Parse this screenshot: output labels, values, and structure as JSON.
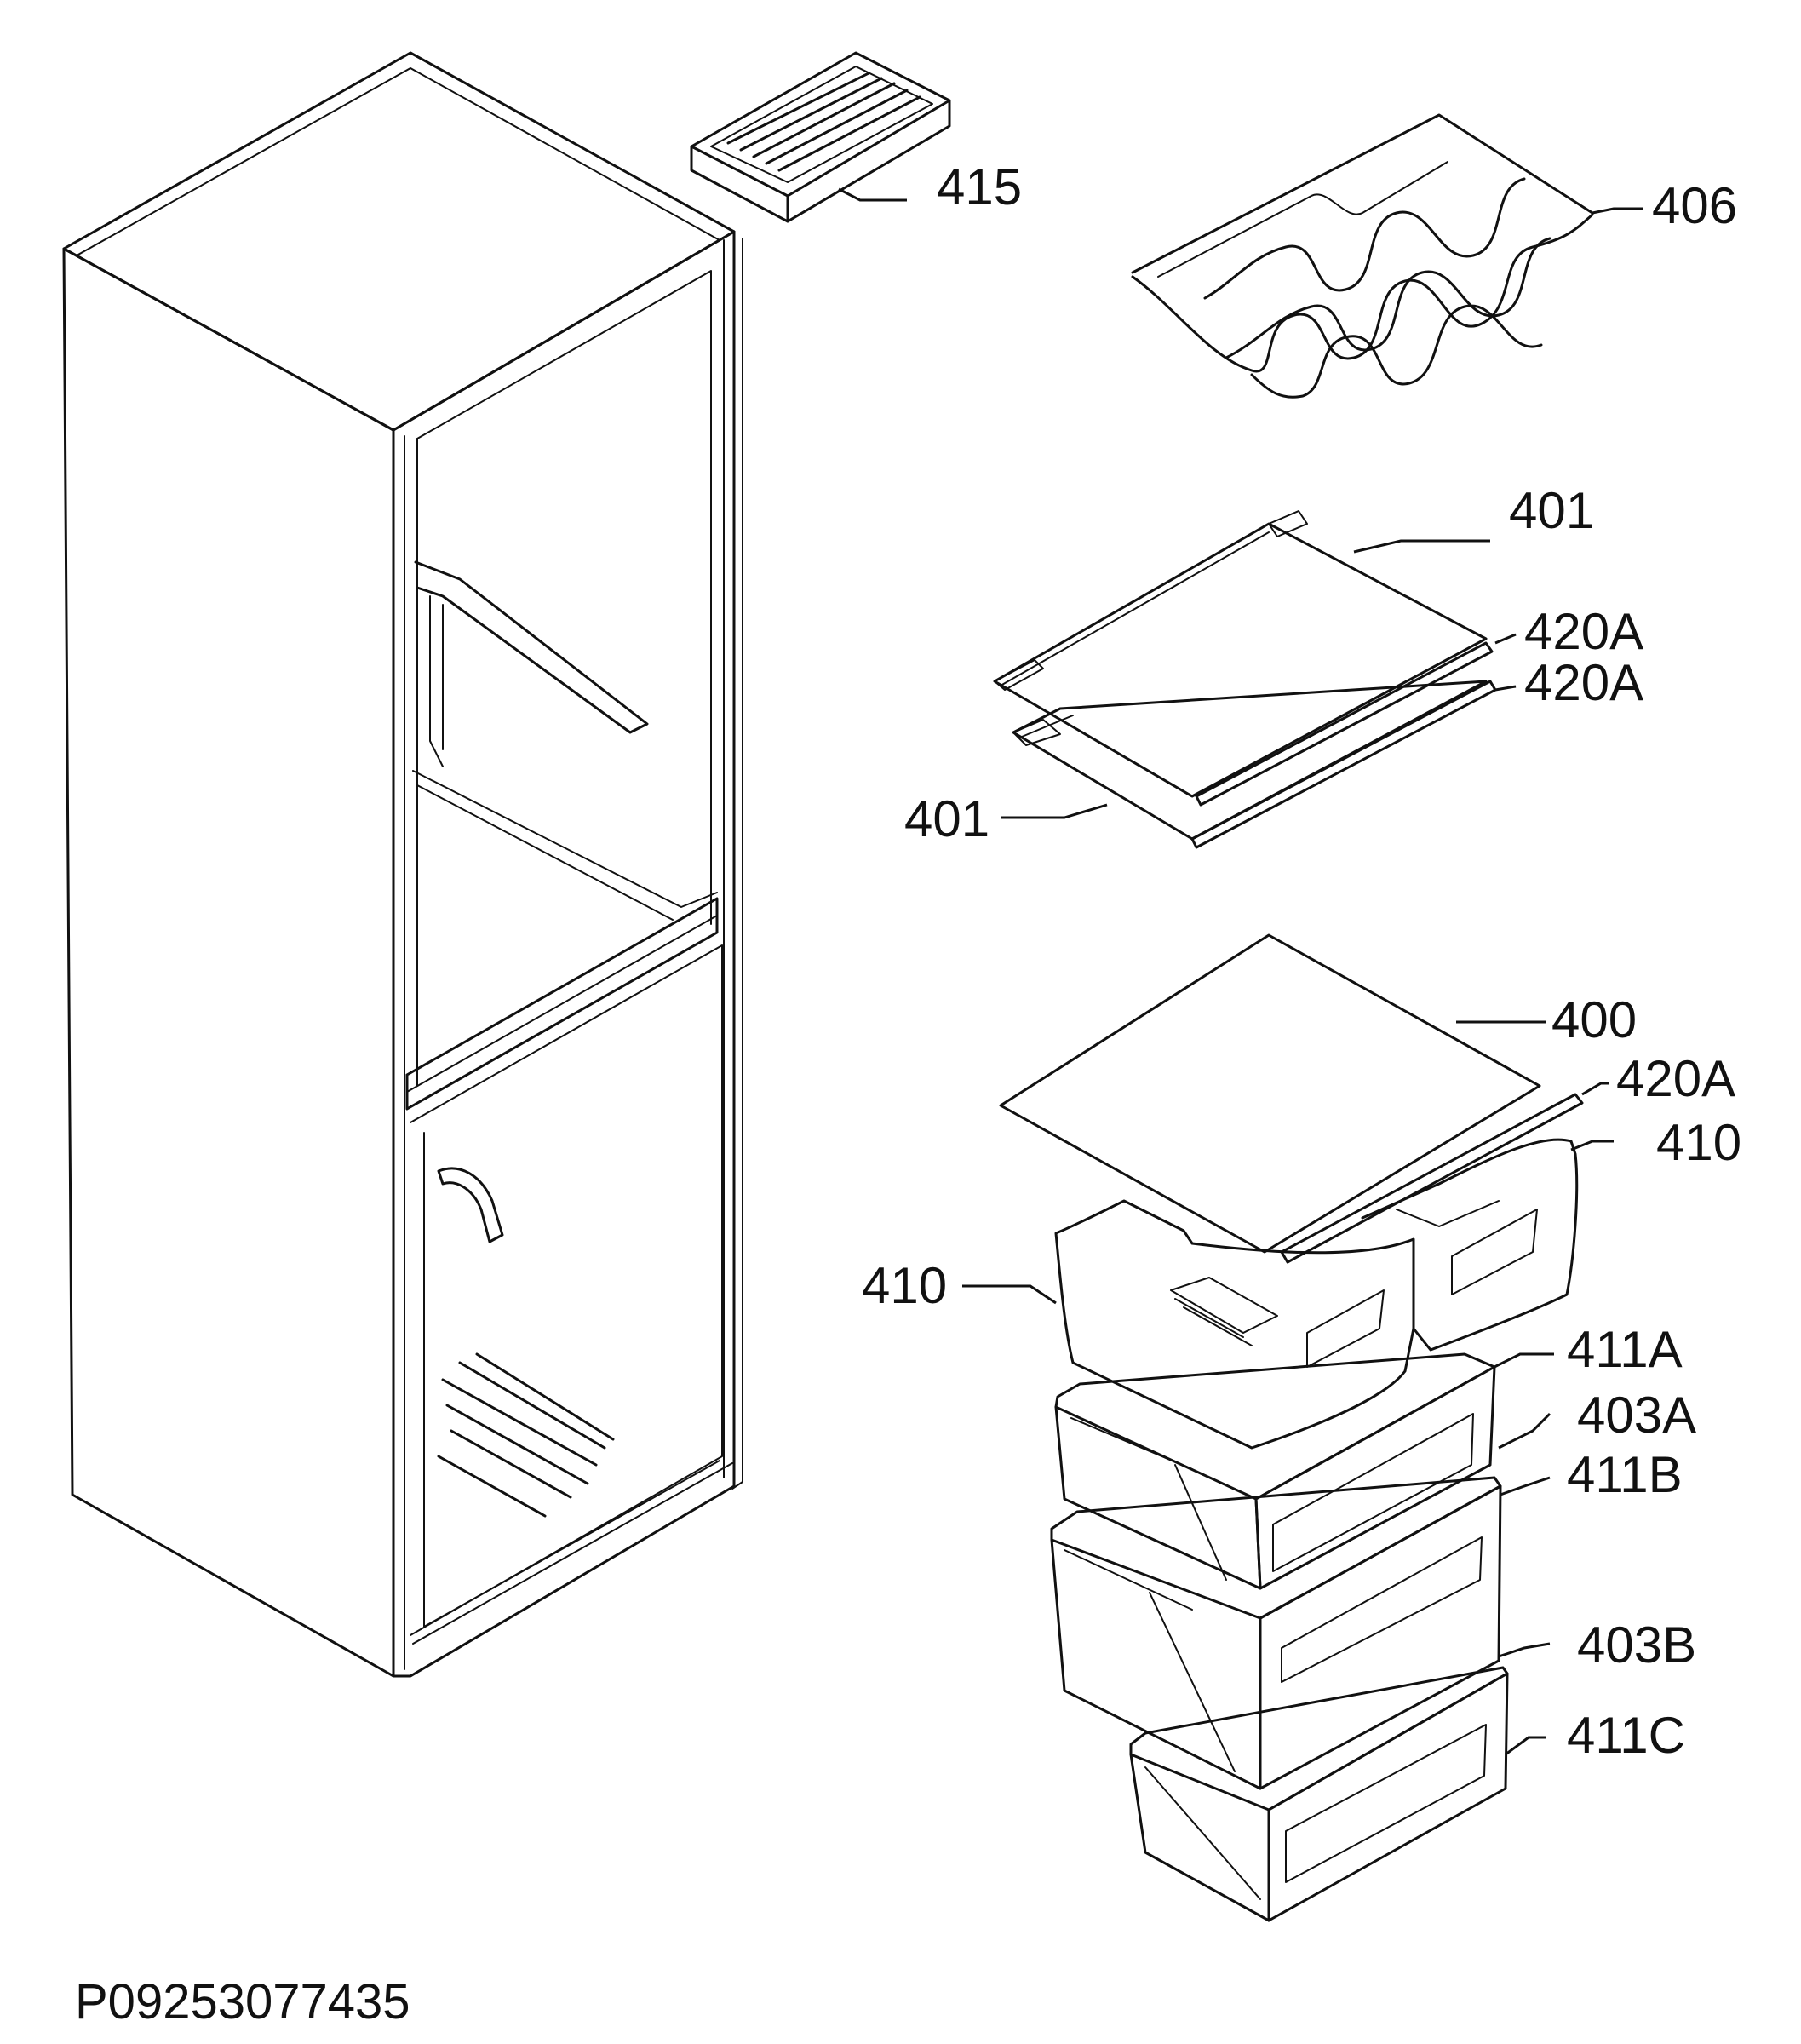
{
  "diagram": {
    "drawing_code": "P09253077435",
    "line_color": "#111111",
    "background": "#ffffff",
    "callouts": [
      {
        "id": "c415",
        "label": "415",
        "part": "ice-tray"
      },
      {
        "id": "c406",
        "label": "406",
        "part": "wine-rack"
      },
      {
        "id": "c401a",
        "label": "401",
        "part": "glass-shelf-upper"
      },
      {
        "id": "c420a1",
        "label": "420A",
        "part": "shelf-trim-upper"
      },
      {
        "id": "c420a2",
        "label": "420A",
        "part": "shelf-trim-lower"
      },
      {
        "id": "c401b",
        "label": "401",
        "part": "glass-shelf-lower"
      },
      {
        "id": "c400",
        "label": "400",
        "part": "crisper-cover-glass"
      },
      {
        "id": "c420a3",
        "label": "420A",
        "part": "crisper-cover-trim"
      },
      {
        "id": "c410a",
        "label": "410",
        "part": "crisper-right"
      },
      {
        "id": "c410b",
        "label": "410",
        "part": "crisper-left"
      },
      {
        "id": "c411a",
        "label": "411A",
        "part": "freezer-drawer-1"
      },
      {
        "id": "c403a",
        "label": "403A",
        "part": "drawer-front-1"
      },
      {
        "id": "c411b",
        "label": "411B",
        "part": "freezer-drawer-2"
      },
      {
        "id": "c403b",
        "label": "403B",
        "part": "drawer-front-2"
      },
      {
        "id": "c411c",
        "label": "411C",
        "part": "freezer-drawer-3"
      }
    ]
  }
}
